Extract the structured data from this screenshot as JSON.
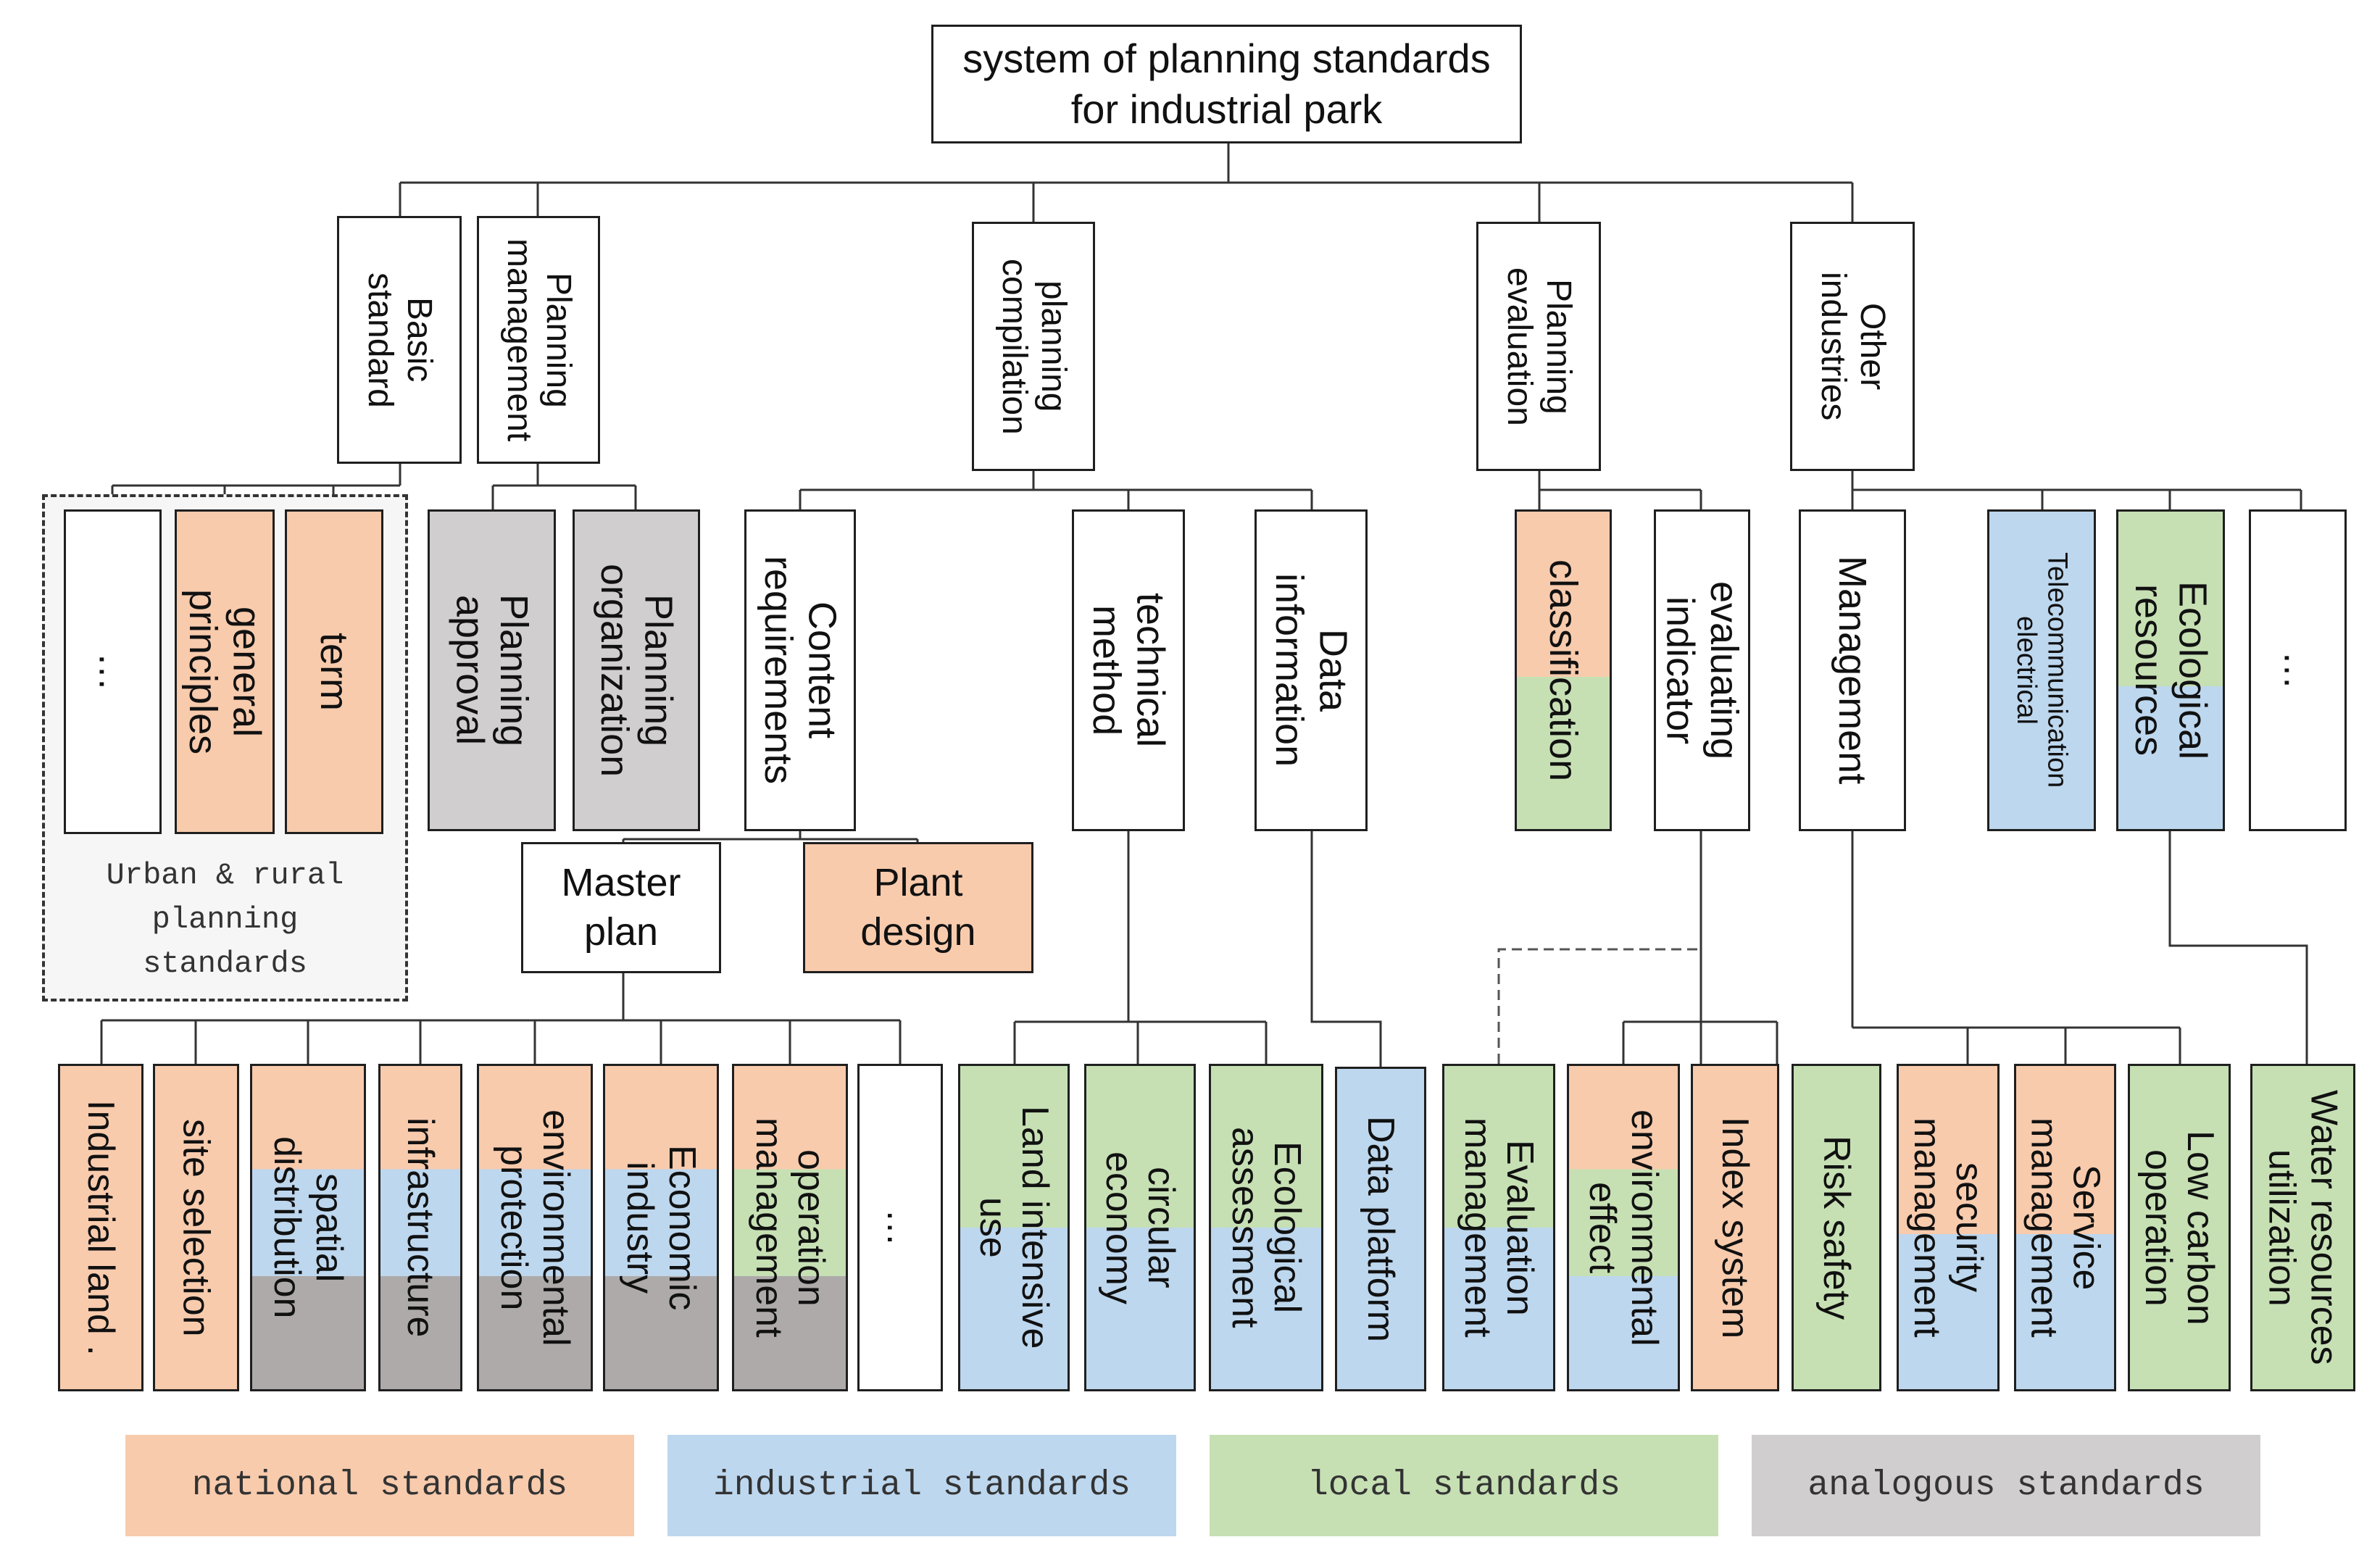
{
  "colors": {
    "national": "#f8cbad",
    "industrial": "#bdd7ee",
    "local": "#c6e0b4",
    "analogous": "#aeaaaa",
    "analogous_box": "#d0cece",
    "line": "#333333"
  },
  "root": "system of planning standards\nfor industrial park",
  "level1": {
    "basic": "Basic\nstandard",
    "planning_management": "Planning\nmanagement",
    "planning_compilation": "planning\ncompilation",
    "planning_evaluation": "Planning\nevaluation",
    "other_industries": "Other\nindustries"
  },
  "basic_group": {
    "ellipsis": "…",
    "general_principles": "general\nprinciples",
    "term": "term",
    "caption": "Urban & rural\nplanning\nstandards"
  },
  "management": {
    "planning_approval": "Planning\napproval",
    "planning_organization": "Planning\norganization"
  },
  "compilation": {
    "content_requirements": "Content\nrequirements",
    "technical_method": "technical\nmethod",
    "data_information": "Data\ninformation",
    "master_plan": "Master\nplan",
    "plant_design": "Plant\ndesign"
  },
  "evaluation": {
    "classification": "classification",
    "evaluating_indicator": "evaluating\nindicator"
  },
  "other": {
    "management": "Management",
    "telecom": "Telecommunication\nelectrical",
    "ecological_resources": "Ecological\nresources",
    "ellipsis": "…"
  },
  "leaves": {
    "industrial_land": "Industrial land .",
    "site_selection": "site selection",
    "spatial_distribution": "spatial\ndistribution",
    "infrastructure": "infrastructure",
    "environmental_protection": "environmental\nprotection",
    "economic_industry": "Economic\nindustry",
    "operation_management": "operation\nmanagement",
    "ellipsis": "…",
    "land_intensive_use": "Land intensive\nuse",
    "circular_economy": "circular\neconomy",
    "ecological_assessment": "Ecological\nassessment",
    "data_platform": "Data platform",
    "evaluation_management": "Evaluation\nmanagement",
    "environmental_effect": "environmental\neffect",
    "index_system": "Index system",
    "risk_safety": "Risk safety",
    "security_management": "security\nmanagement",
    "service_management": "Service\nmanagement",
    "low_carbon_operation": "Low carbon\noperation",
    "water_resources_utilization": "Water resources\nutilization"
  },
  "legend": {
    "national": "national standards",
    "industrial": "industrial standards",
    "local": "local standards",
    "analogous": "analogous standards"
  }
}
